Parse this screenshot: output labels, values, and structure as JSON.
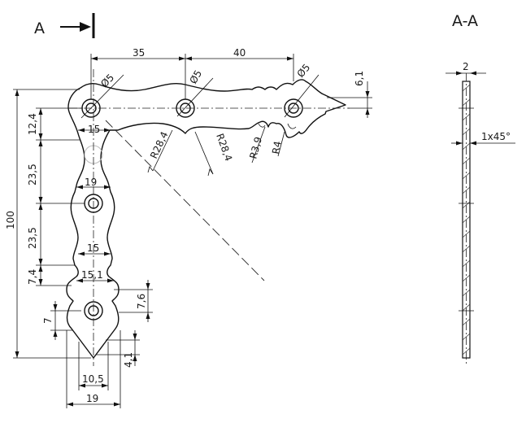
{
  "view_labels": {
    "view_arrow_label": "A",
    "section_label": "A-A"
  },
  "dimensions": {
    "top_left_spacing": "35",
    "top_right_spacing": "40",
    "hole_d_left": "Ø5",
    "hole_d_mid": "Ø5",
    "hole_d_right": "Ø5",
    "tip_height": "6,1",
    "overall_height": "100",
    "offset_top": "12,4",
    "vert_spacing_1": "23,5",
    "vert_spacing_2": "23,5",
    "offset_7_4": "7,4",
    "offset_7": "7",
    "width_15_top": "15",
    "width_19_mid": "19",
    "width_15_lower": "15",
    "width_15_1": "15,1",
    "height_7_6": "7,6",
    "tip_4_1": "4,1",
    "width_10_5": "10,5",
    "width_19_bottom": "19",
    "radius_r28_4_a": "R28,4",
    "radius_r28_4_b": "R28,4",
    "radius_r3_9": "R3,9",
    "radius_r4": "R4",
    "thickness": "2",
    "chamfer": "1x45°"
  },
  "colors": {
    "line": "#111111",
    "background": "#ffffff"
  }
}
